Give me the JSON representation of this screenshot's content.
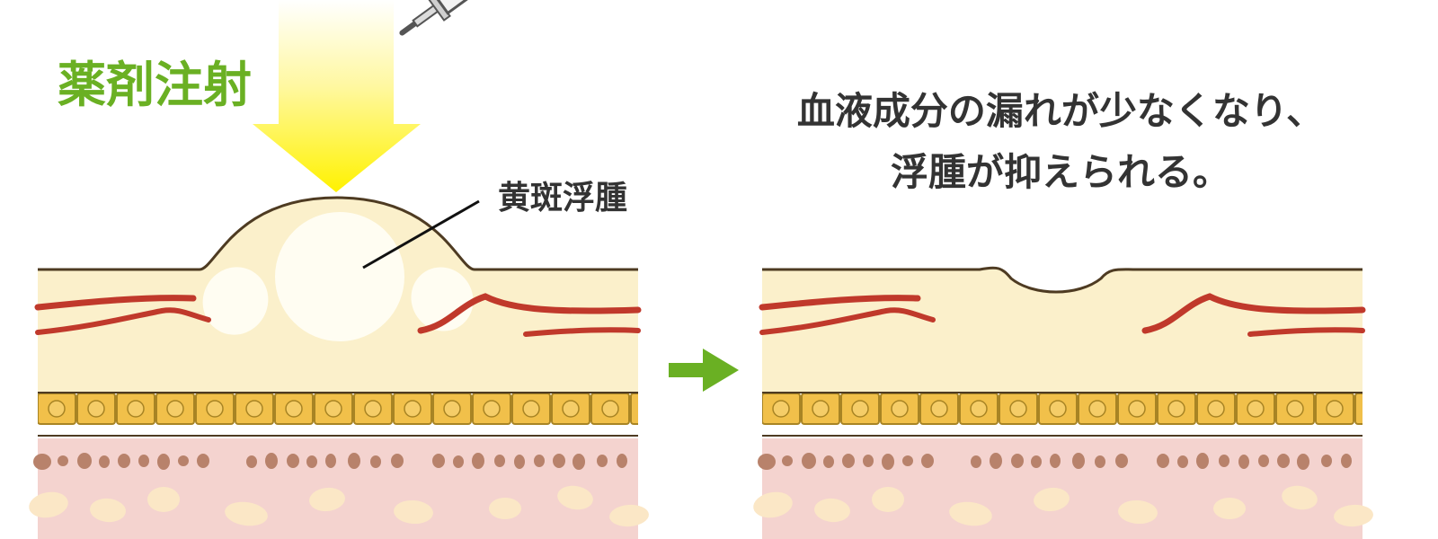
{
  "labels": {
    "treatment": "薬剤注射",
    "edema": "黄斑浮腫",
    "result_line1": "血液成分の漏れが少なくなり、",
    "result_line2": "浮腫が抑えられる。"
  },
  "colors": {
    "green": "#6ab023",
    "text_dark": "#333333",
    "retina": "#fbf0cb",
    "outline": "#4e3b22",
    "vessel": "#c0392b",
    "cell_fill": "#f1c04a",
    "cell_stroke": "#a88424",
    "choroid": "#f4d3cf",
    "dot": "#b8826b",
    "arrow_yellow": "#fff200",
    "fluid": "#fffdf2"
  },
  "icons": {
    "syringe": "syringe-icon",
    "light_arrow": "light-arrow-icon",
    "next": "arrow-right-icon"
  }
}
